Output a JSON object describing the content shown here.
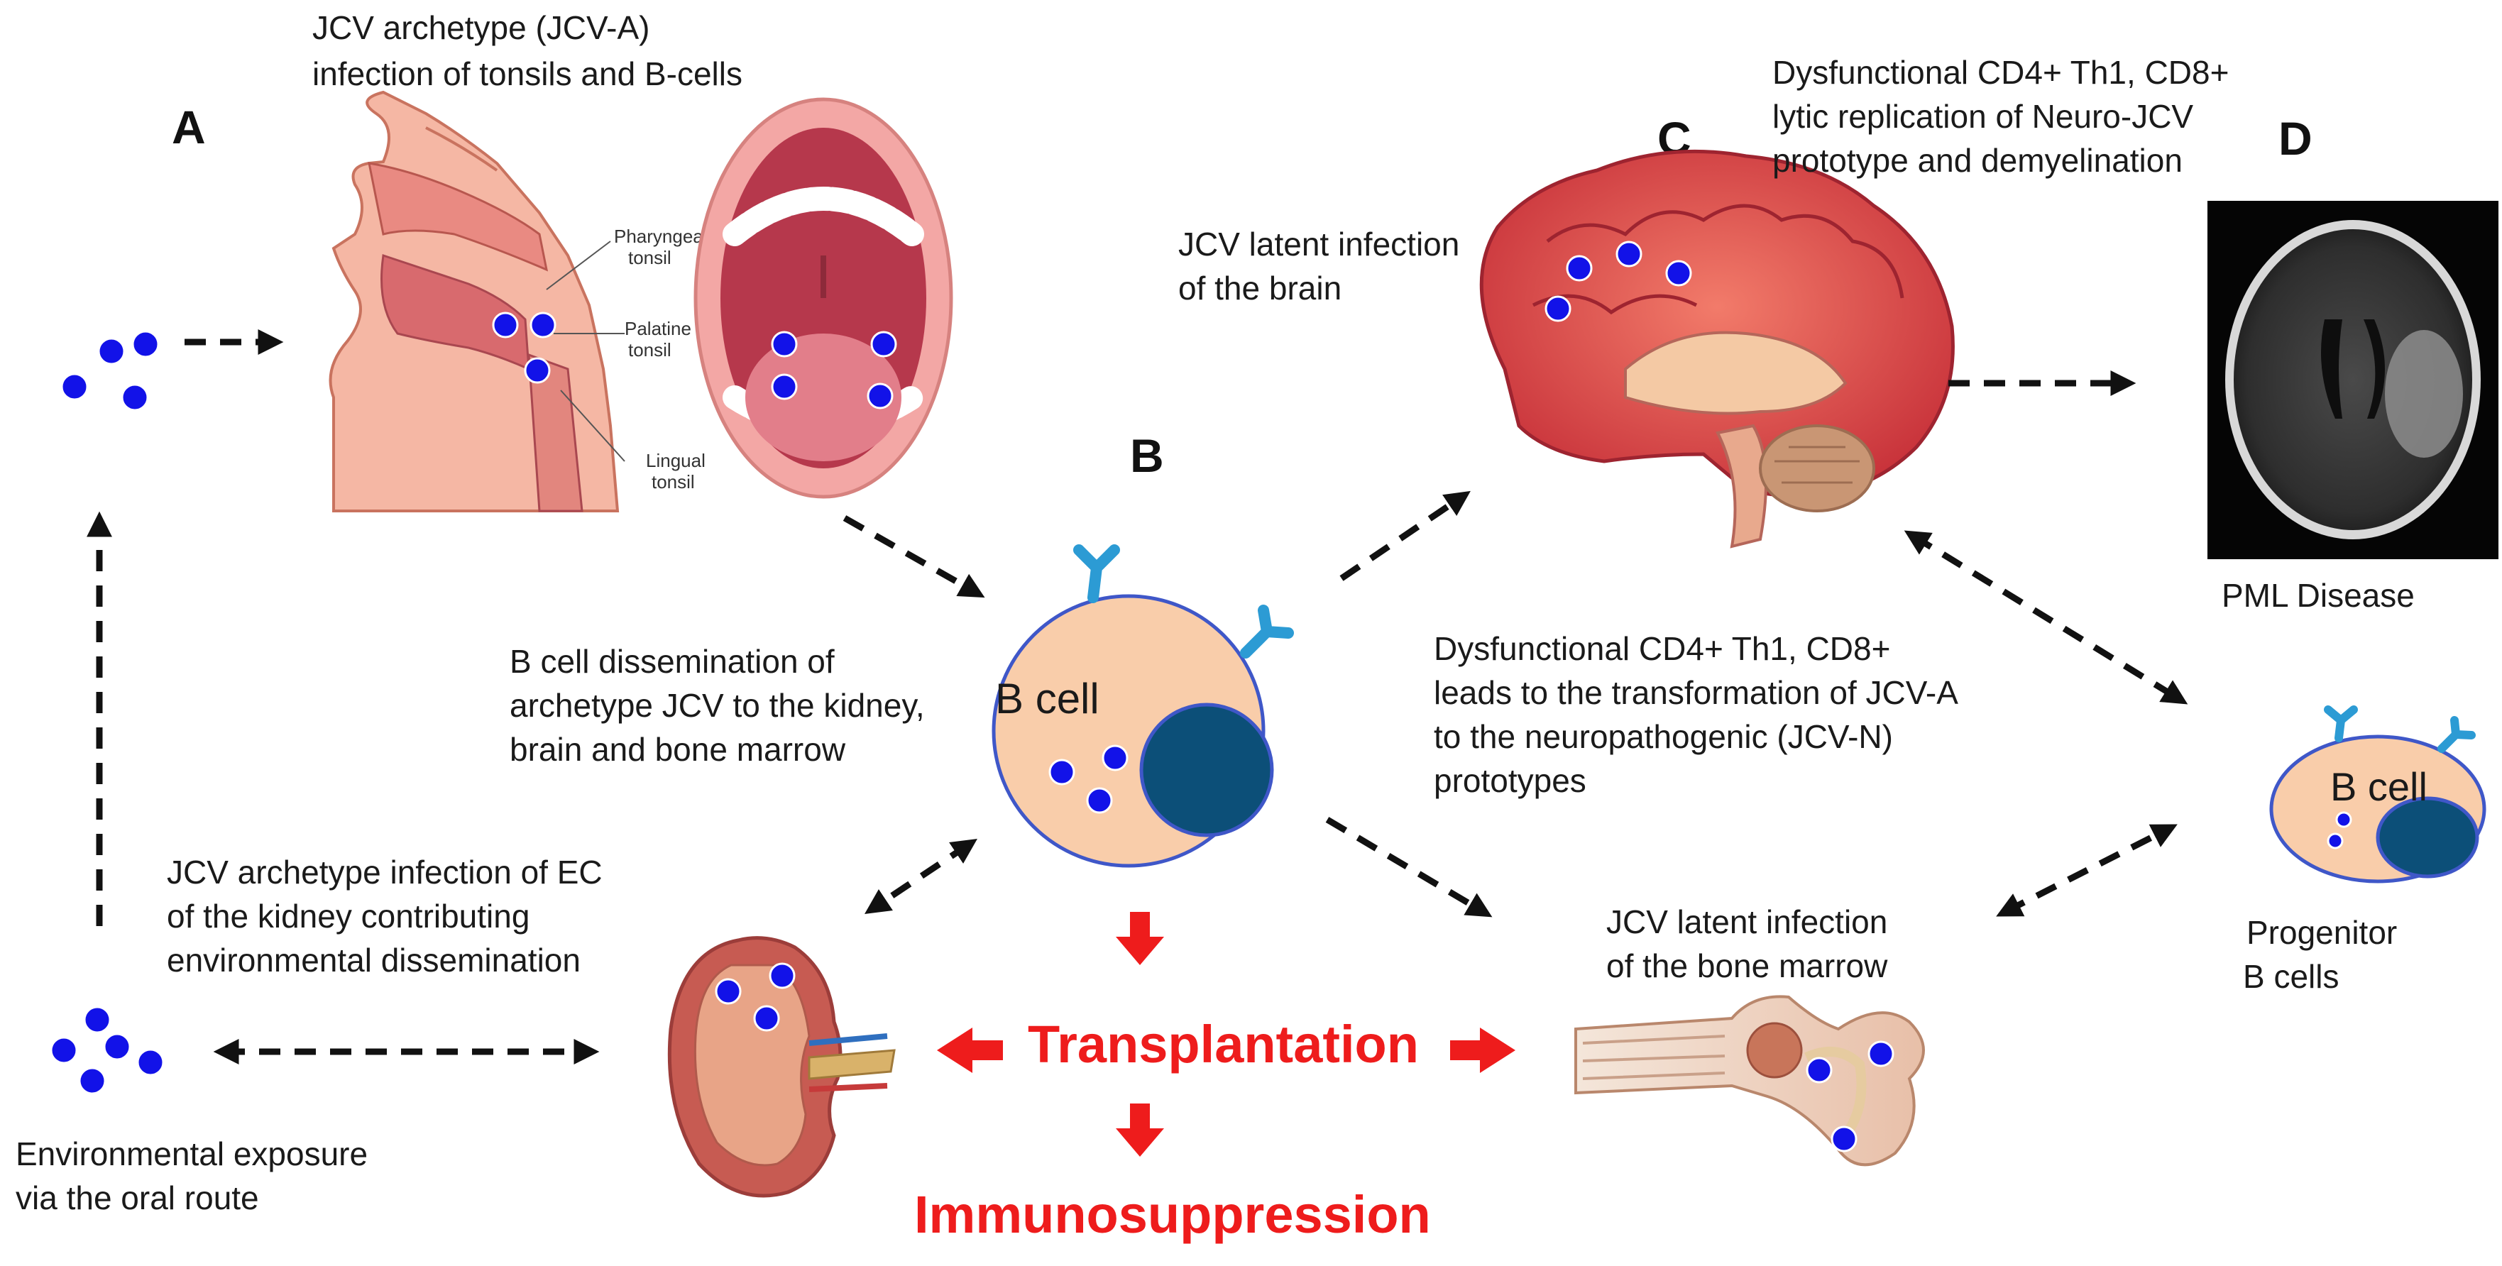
{
  "panel_letters": {
    "a": "A",
    "b": "B",
    "c": "C",
    "d": "D"
  },
  "panel_a": {
    "caption_line1": "JCV archetype (JCV-A)",
    "caption_line2": "infection of tonsils and B-cells",
    "tonsil_labels": {
      "pharyngeal_1": "Pharyngeal",
      "pharyngeal_2": "tonsil",
      "palatine_1": "Palatine",
      "palatine_2": "tonsil",
      "lingual_1": "Lingual",
      "lingual_2": "tonsil"
    }
  },
  "panel_b": {
    "cell_label": "B cell",
    "caption_line1": "B cell dissemination of",
    "caption_line2": "archetype JCV to the kidney,",
    "caption_line3": "brain and bone marrow"
  },
  "panel_c": {
    "brain_caption_line1": "JCV latent infection",
    "brain_caption_line2": "of the brain",
    "top_caption_line1": "Dysfunctional CD4+ Th1, CD8+",
    "top_caption_line2": "lytic replication of Neuro-JCV",
    "top_caption_line3": "prototype and demyelination",
    "mid_caption_line1": "Dysfunctional CD4+ Th1, CD8+",
    "mid_caption_line2": "leads to the transformation of JCV-A",
    "mid_caption_line3": "to the neuropathogenic (JCV-N)",
    "mid_caption_line4": "prototypes"
  },
  "panel_d": {
    "caption": "PML Disease"
  },
  "kidney": {
    "caption_line1": "JCV archetype infection of EC",
    "caption_line2": "of the kidney contributing",
    "caption_line3": "environmental dissemination"
  },
  "environment": {
    "caption_line1": "Environmental exposure",
    "caption_line2": "via the oral route"
  },
  "bone_marrow": {
    "caption_line1": "JCV latent infection",
    "caption_line2": "of the bone marrow"
  },
  "progenitor": {
    "cell_label": "B cell",
    "caption_line1": "Progenitor",
    "caption_line2": "B cells"
  },
  "center": {
    "transplantation": "Transplantation",
    "immunosuppression": "Immunosuppression"
  },
  "colors": {
    "virus": "#1212e8",
    "cell_fill": "#f9cdaa",
    "cell_outline": "#3f57c8",
    "nucleus": "#0c4f78",
    "receptor": "#2c9bd4",
    "highlight_red": "#ee1c1c",
    "arrow": "#111111"
  }
}
